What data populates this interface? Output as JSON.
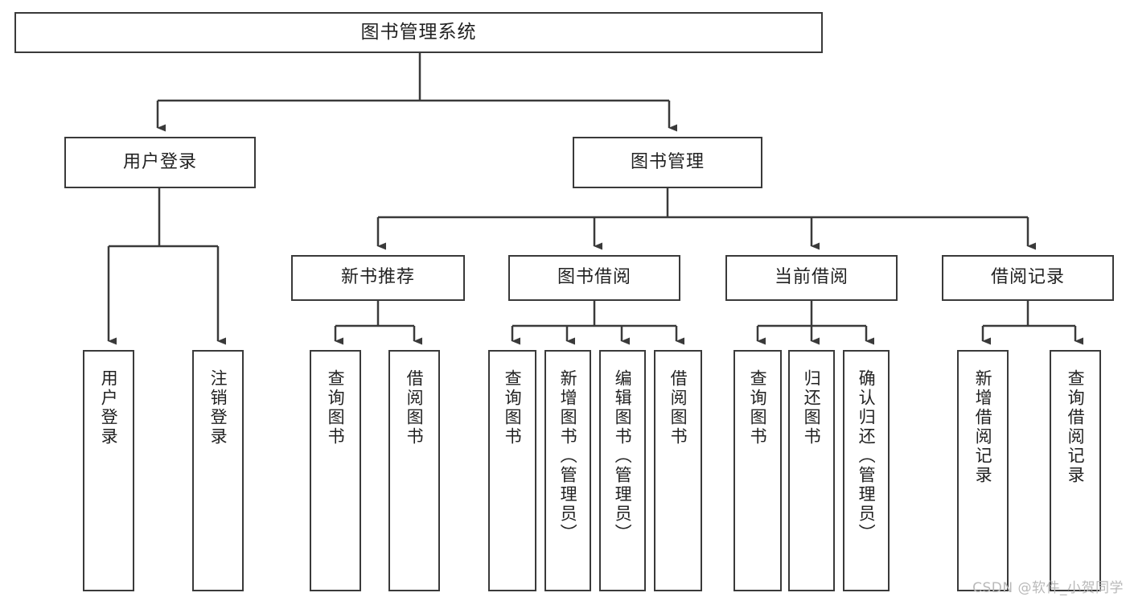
{
  "diagram": {
    "title": "图书管理系统",
    "type": "function-structure-tree",
    "colors": {
      "box_border": "#3a3a3a",
      "text": "#222222",
      "line": "#3a3a3a",
      "background": "#ffffff",
      "watermark": "#b9b9b9"
    },
    "root": {
      "label": "图书管理系统"
    },
    "level1": [
      {
        "label": "用户登录"
      },
      {
        "label": "图书管理"
      }
    ],
    "level2": [
      {
        "label": "新书推荐"
      },
      {
        "label": "图书借阅"
      },
      {
        "label": "当前借阅"
      },
      {
        "label": "借阅记录"
      }
    ],
    "leaves": {
      "user_login": [
        {
          "label": "用户登录"
        },
        {
          "label": "注销登录"
        }
      ],
      "new_book_recommend": [
        {
          "label": "查询图书"
        },
        {
          "label": "借阅图书"
        }
      ],
      "book_borrow": [
        {
          "label": "查询图书"
        },
        {
          "label": "新增图书（管理员）"
        },
        {
          "label": "编辑图书（管理员）"
        },
        {
          "label": "借阅图书"
        }
      ],
      "current_borrow": [
        {
          "label": "查询图书"
        },
        {
          "label": "归还图书"
        },
        {
          "label": "确认归还（管理员）"
        }
      ],
      "borrow_record": [
        {
          "label": "新增借阅记录"
        },
        {
          "label": "查询借阅记录"
        }
      ]
    }
  },
  "watermark": {
    "text": "CSDN @软件_小贺同学"
  }
}
